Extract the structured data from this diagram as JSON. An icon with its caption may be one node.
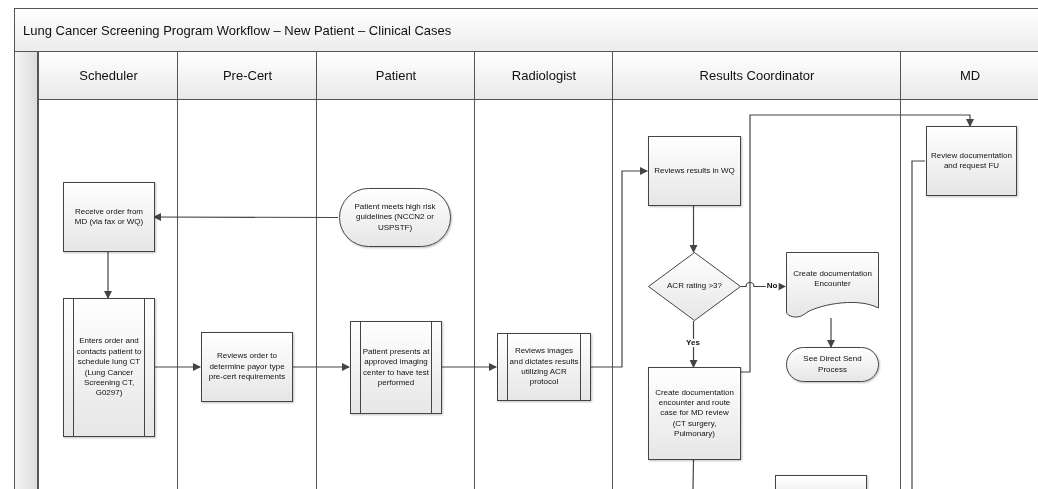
{
  "diagram": {
    "title": "Lung Cancer Screening Program Workflow – New Patient – Clinical Cases",
    "nodes": [
      {
        "text": [
          "Scheduler"
        ]
      },
      {
        "text": [
          "Pre-Cert"
        ]
      },
      {
        "text": [
          "Patient"
        ]
      },
      {
        "text": [
          "Radiologist"
        ]
      },
      {
        "text": [
          "Results Coordinator"
        ]
      },
      {
        "text": [
          "MD"
        ]
      },
      {
        "text": [
          "Receive order from MD (via fax or WQ)"
        ],
        "in": 0
      },
      {
        "text": [
          "Patient meets high risk guidelines (NCCN2 or USPSTF)"
        ],
        "in": 2
      },
      {
        "text": [
          "Enters order and contacts patient to schedule lung CT (Lung Cancer Screening CT, G0297)"
        ],
        "in": 0
      },
      {
        "text": [
          "Reviews order to determine payor type pre-cert requirements"
        ],
        "in": 1
      },
      {
        "text": [
          "Patient presents at approved imaging center to have test performed"
        ],
        "in": 2
      },
      {
        "text": [
          "Reviews images and dictates results utilizing ACR protocol"
        ],
        "in": 3
      },
      {
        "text": [
          "Reviews results in WQ"
        ],
        "in": 4
      },
      {
        "text": [
          "ACR rating >3?"
        ],
        "in": 4
      },
      {
        "text": [
          "Create documentation Encounter"
        ],
        "in": 4
      },
      {
        "text": [
          "See Direct Send Process"
        ],
        "in": 4
      },
      {
        "text": [
          "Create documentation encounter and route case for MD review (CT surgery, Pulmonary)"
        ],
        "in": 4
      },
      {
        "text": [],
        "shape": "box",
        "in": 4
      },
      {
        "text": [
          "Review documentation and request FU"
        ],
        "in": 5
      }
    ],
    "edges": [
      {
        "from": 7,
        "to": 6,
        "arrow": "to"
      },
      {
        "from": 6,
        "to": 8,
        "arrow": "to"
      },
      {
        "from": 8,
        "to": 9,
        "arrow": "to"
      },
      {
        "from": 9,
        "to": 10,
        "arrow": "to"
      },
      {
        "from": 10,
        "to": 11,
        "arrow": "to"
      },
      {
        "from": 11,
        "to": 12,
        "arrow": "to"
      },
      {
        "from": 12,
        "to": 13,
        "arrow": "to"
      },
      {
        "from": 13,
        "to": 14,
        "arrow": "to",
        "label": "No"
      },
      {
        "from": 13,
        "to": 16,
        "arrow": "to",
        "label": "Yes"
      },
      {
        "from": 14,
        "to": 15,
        "arrow": "to"
      },
      {
        "from": 16,
        "to": 18,
        "arrow": "to"
      },
      {
        "from": 16,
        "to": null,
        "arrow": "none"
      },
      {
        "from": 18,
        "to": null,
        "arrow": "none"
      }
    ]
  }
}
